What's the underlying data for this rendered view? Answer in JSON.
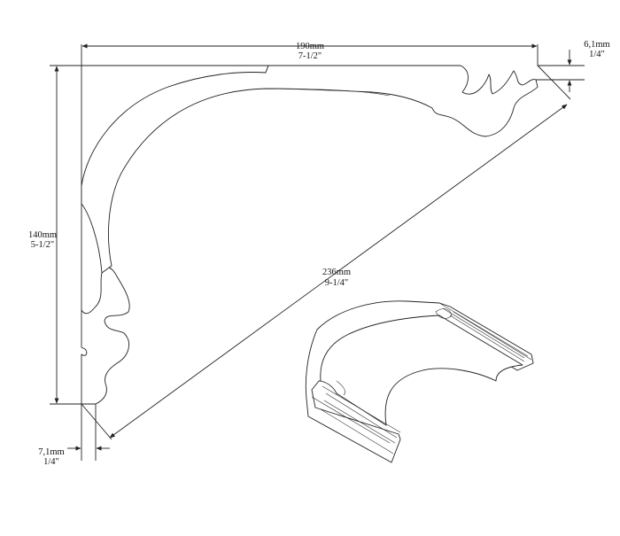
{
  "dimensions": {
    "width": {
      "metric": "190mm",
      "imperial": "7-1/2\""
    },
    "height": {
      "metric": "140mm",
      "imperial": "5-1/2\""
    },
    "diagonal": {
      "metric": "236mm",
      "imperial": "9-1/4\""
    },
    "top_offset": {
      "metric": "6,1mm",
      "imperial": "1/4\""
    },
    "bottom_offset": {
      "metric": "7,1mm",
      "imperial": "1/4\""
    }
  }
}
